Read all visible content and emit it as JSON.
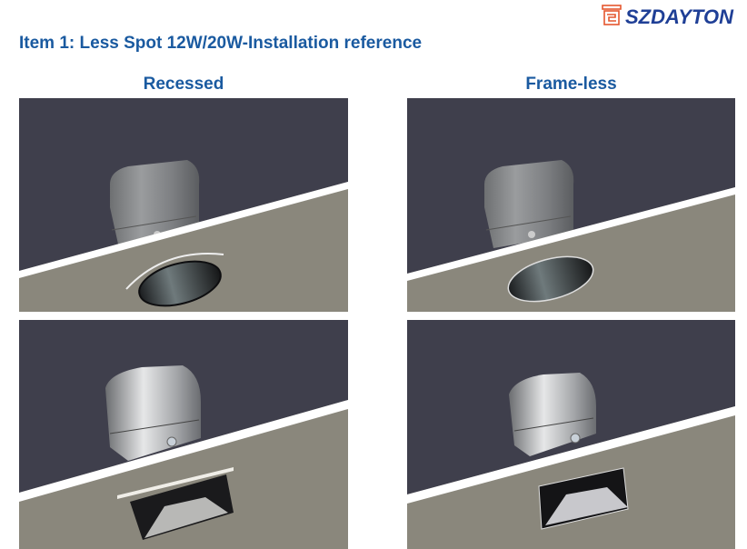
{
  "header": {
    "title": "Item 1: Less Spot 12W/20W-Installation reference",
    "logo_text": "SZDAYTON",
    "logo_mark_icon": "szdayton-logo-mark",
    "colors": {
      "title": "#1a5aa0",
      "logo_text": "#1f3f96",
      "logo_mark": "#e4572e"
    }
  },
  "columns": [
    {
      "label": "Recessed"
    },
    {
      "label": "Frame-less"
    }
  ],
  "panels": [
    {
      "position": "top-left",
      "column": "Recessed",
      "shape": "round",
      "trim": "ring"
    },
    {
      "position": "top-right",
      "column": "Frame-less",
      "shape": "round",
      "trim": "none"
    },
    {
      "position": "bottom-left",
      "column": "Recessed",
      "shape": "square",
      "trim": "frame"
    },
    {
      "position": "bottom-right",
      "column": "Frame-less",
      "shape": "square",
      "trim": "none"
    }
  ],
  "colors": {
    "background_dark": "#3f3f4c",
    "ceiling": "#8a877c",
    "ceiling_edge": "#ffffff"
  }
}
